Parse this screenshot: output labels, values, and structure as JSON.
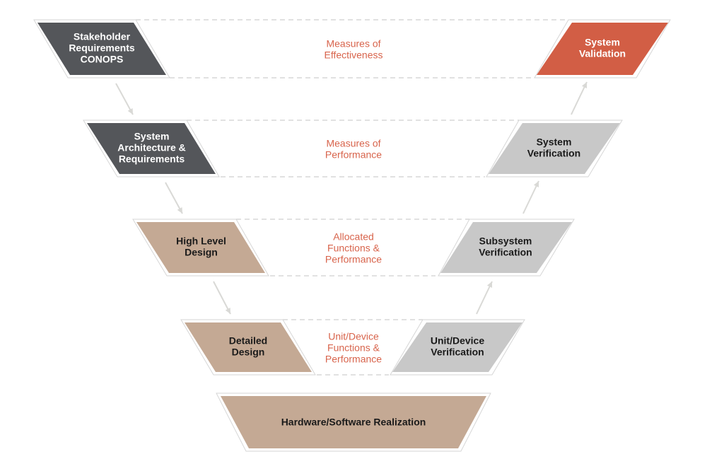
{
  "colors": {
    "dark": "#54565a",
    "tan": "#c4a994",
    "gray": "#c8c8c8",
    "accent": "#d25e45",
    "mid_text": "#d8644c",
    "dash": "#cfcfcf",
    "arrow": "#d9d9d6",
    "white_text": "#ffffff",
    "black_text": "#1a1a1a"
  },
  "diagram": {
    "left_boxes": [
      {
        "lines": [
          "Stakeholder",
          "Requirements",
          "CONOPS"
        ],
        "style": "dark"
      },
      {
        "lines": [
          "System",
          "Architecture &",
          "Requirements"
        ],
        "style": "dark"
      },
      {
        "lines": [
          "High Level",
          "Design"
        ],
        "style": "tan"
      },
      {
        "lines": [
          "Detailed",
          "Design"
        ],
        "style": "tan"
      }
    ],
    "right_boxes": [
      {
        "lines": [
          "System",
          "Validation"
        ],
        "style": "accent"
      },
      {
        "lines": [
          "System",
          "Verification"
        ],
        "style": "gray"
      },
      {
        "lines": [
          "Subsystem",
          "Verification"
        ],
        "style": "gray"
      },
      {
        "lines": [
          "Unit/Device",
          "Verification"
        ],
        "style": "gray"
      }
    ],
    "middle_labels": [
      {
        "lines": [
          "Measures of",
          "Effectiveness"
        ]
      },
      {
        "lines": [
          "Measures of",
          "Performance"
        ]
      },
      {
        "lines": [
          "Allocated",
          "Functions &",
          "Performance"
        ]
      },
      {
        "lines": [
          "Unit/Device",
          "Functions &",
          "Performance"
        ]
      }
    ],
    "bottom_box": {
      "lines": [
        "Hardware/Software Realization"
      ],
      "style": "tan"
    }
  }
}
